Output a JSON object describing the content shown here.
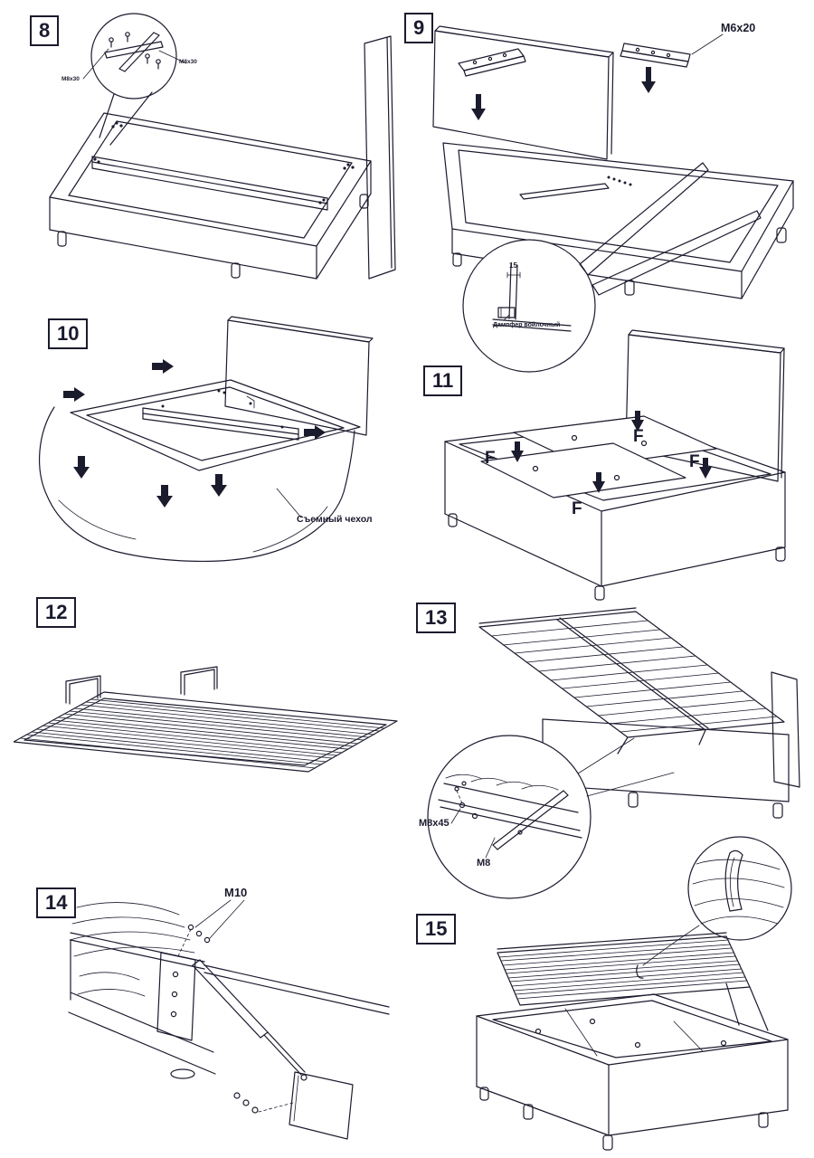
{
  "colors": {
    "ink": "#1b1b2e",
    "paper": "#ffffff"
  },
  "steps": {
    "s8": {
      "number": "8",
      "label_bolt_left": "M8x30",
      "label_bolt_right": "M8x30"
    },
    "s9": {
      "number": "9",
      "label_bolt": "M6x20",
      "label_dimension": "15",
      "label_damper": "Дампфер войлочный"
    },
    "s10": {
      "number": "10",
      "label_cover": "Съемный чехол"
    },
    "s11": {
      "number": "11",
      "label_f1": "F",
      "label_f2": "F",
      "label_f3": "F",
      "label_f4": "F"
    },
    "s12": {
      "number": "12"
    },
    "s13": {
      "number": "13",
      "label_bolt": "M8x45",
      "label_nut": "M8"
    },
    "s14": {
      "number": "14",
      "label_bolt": "M10"
    },
    "s15": {
      "number": "15"
    }
  }
}
